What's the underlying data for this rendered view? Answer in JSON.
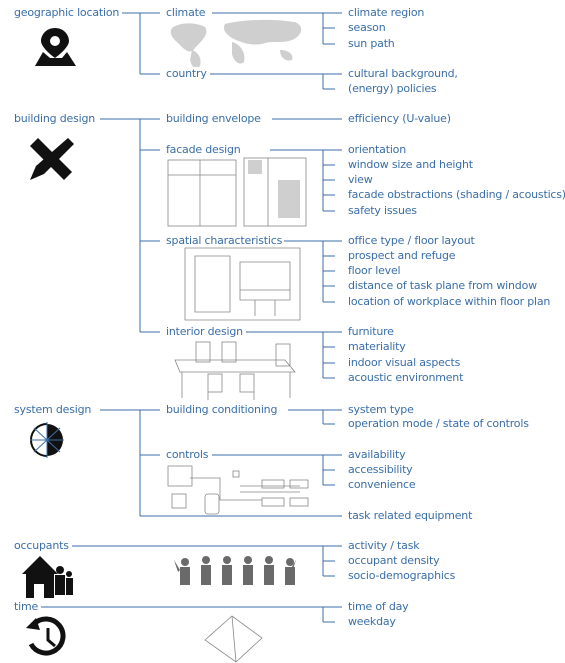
{
  "categories": [
    {
      "label": "geographic location",
      "icon": "map-pin-icon",
      "subs": [
        {
          "label": "climate",
          "items": [
            "climate region",
            "season",
            "sun path"
          ]
        },
        {
          "label": "country",
          "items": [
            "cultural background,",
            "(energy) policies"
          ]
        }
      ]
    },
    {
      "label": "building design",
      "icon": "pencil-ruler-icon",
      "subs": [
        {
          "label": "building envelope",
          "items": [
            "efficiency (U-value)"
          ]
        },
        {
          "label": "facade design",
          "items": [
            "orientation",
            "window size and height",
            "view",
            "facade obstractions (shading / acoustics)",
            "safety issues"
          ]
        },
        {
          "label": "spatial characteristics",
          "items": [
            "office type / floor layout",
            "prospect and refuge",
            "floor level",
            "distance of task plane from window",
            "location of workplace within floor plan"
          ]
        },
        {
          "label": "interior design",
          "items": [
            "furniture",
            "materiality",
            "indoor visual aspects",
            "acoustic environment"
          ]
        }
      ]
    },
    {
      "label": "system design",
      "icon": "sun-snowflake-icon",
      "subs": [
        {
          "label": "building conditioning",
          "items": [
            "system type",
            "operation mode / state of controls"
          ]
        },
        {
          "label": "controls",
          "items": [
            "availability",
            "accessibility",
            "convenience"
          ]
        }
      ],
      "extra_item": "task related equipment"
    },
    {
      "label": "occupants",
      "icon": "family-house-icon",
      "subs": [],
      "items": [
        "activity / task",
        "occupant density",
        "socio-demographics"
      ]
    },
    {
      "label": "time",
      "icon": "clock-history-icon",
      "subs": [],
      "items": [
        "time of day",
        "weekday"
      ]
    }
  ],
  "colors": {
    "text": "#3a6ea8",
    "line": "#3a6ea8",
    "icon": "#111111",
    "sketch": "#888888"
  }
}
